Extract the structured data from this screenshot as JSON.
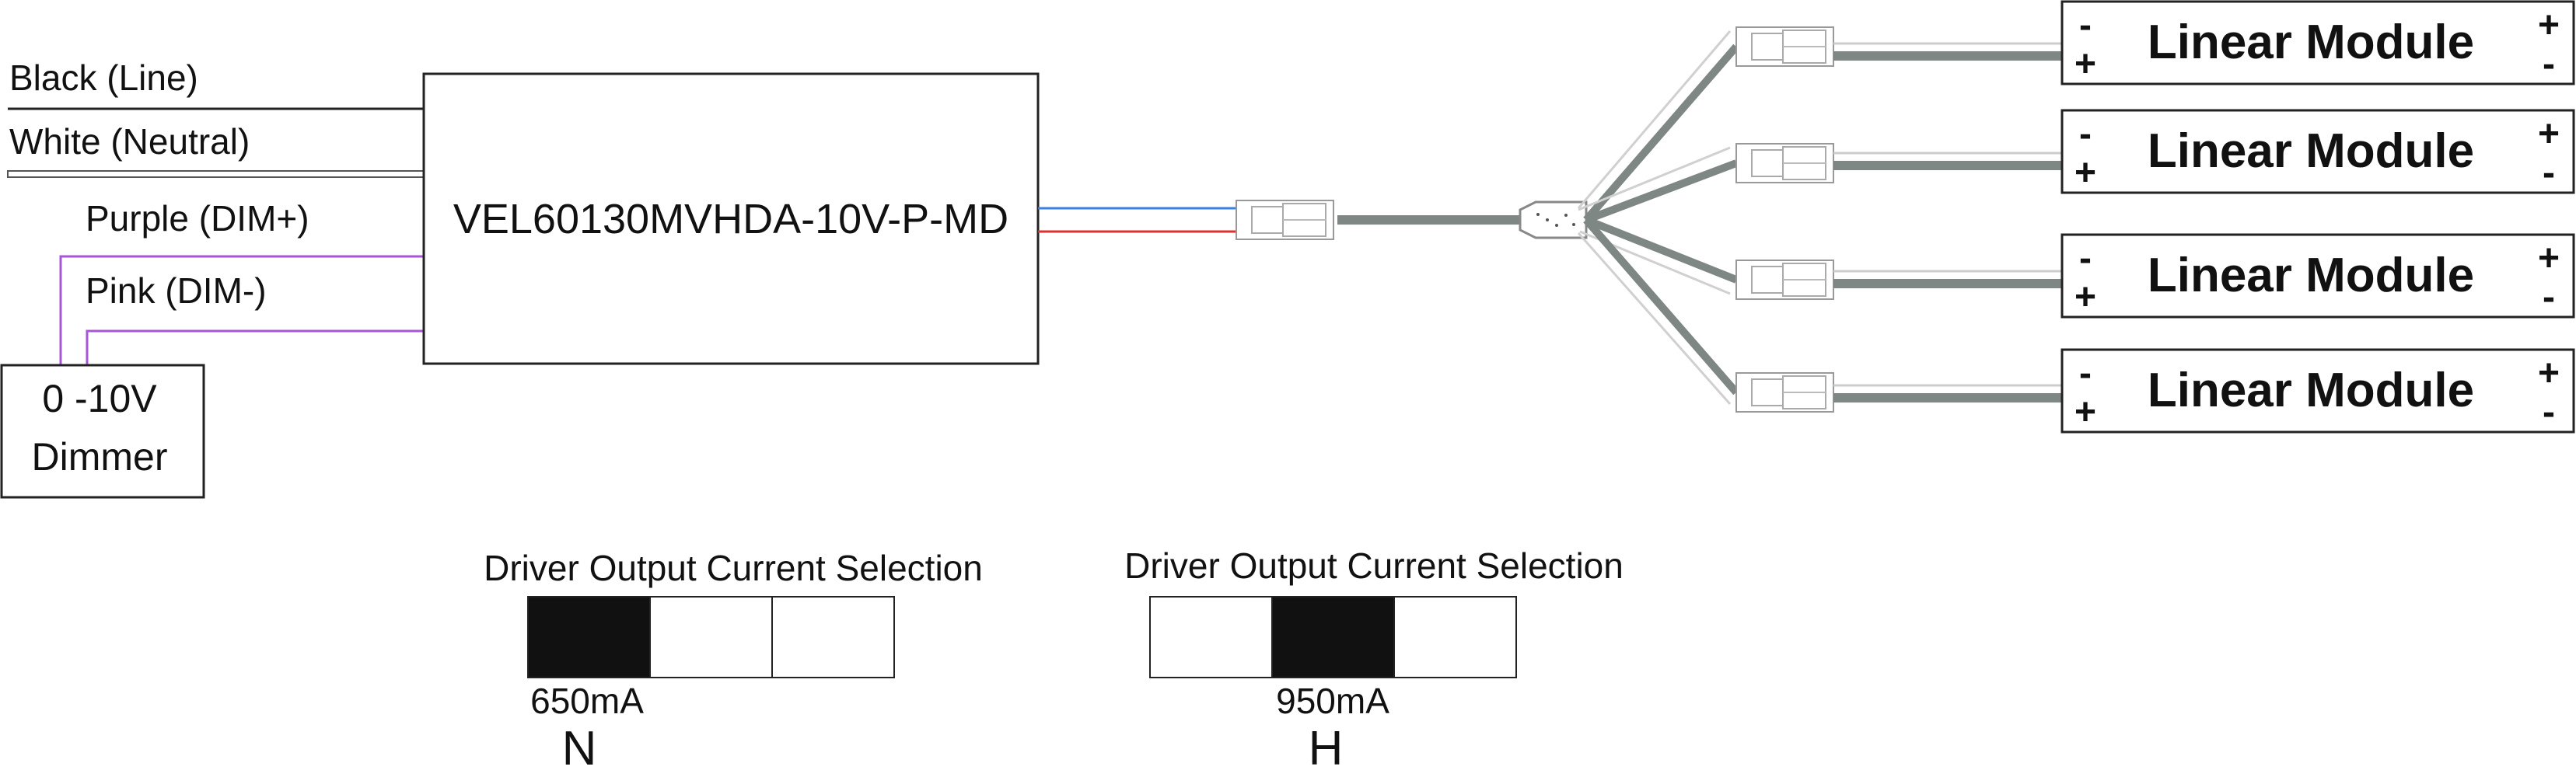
{
  "wires": {
    "black_label": "Black (Line)",
    "white_label": "White (Neutral)",
    "purple_label": "Purple (DIM+)",
    "pink_label": "Pink (DIM-)"
  },
  "driver": {
    "model": "VEL60130MVHDA-10V-P-MD"
  },
  "dimmer": {
    "line1": "0 -10V",
    "line2": "Dimmer"
  },
  "modules": [
    {
      "label": "Linear Module",
      "left_top": "-",
      "left_bottom": "+",
      "right_top": "+",
      "right_bottom": "-"
    },
    {
      "label": "Linear Module",
      "left_top": "-",
      "left_bottom": "+",
      "right_top": "+",
      "right_bottom": "-"
    },
    {
      "label": "Linear Module",
      "left_top": "-",
      "left_bottom": "+",
      "right_top": "+",
      "right_bottom": "-"
    },
    {
      "label": "Linear Module",
      "left_top": "-",
      "left_bottom": "+",
      "right_top": "+",
      "right_bottom": "-"
    }
  ],
  "selections": [
    {
      "title": "Driver Output Current Selection",
      "current": "650mA",
      "code": "N",
      "selected_index": 0
    },
    {
      "title": "Driver Output Current Selection",
      "current": "950mA",
      "code": "H",
      "selected_index": 1
    }
  ],
  "colors": {
    "purple_wire": "#a855d8",
    "blue_wire": "#3b7fe0",
    "red_wire": "#e03030",
    "grey_cable": "#7f8784"
  }
}
